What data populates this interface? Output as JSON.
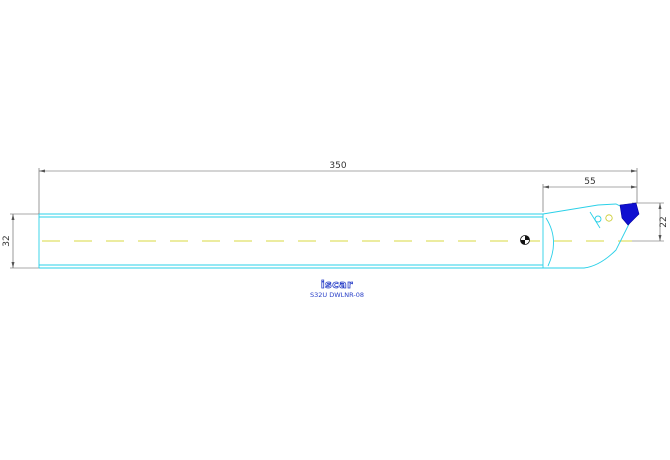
{
  "drawing": {
    "dimensions": {
      "overall_length": "350",
      "head_length": "55",
      "shank_height": "32",
      "head_offset": "22"
    },
    "logo_text": "iscar",
    "part_code": "S32U DWLNR-08",
    "colors": {
      "outline": "#2ad0e8",
      "centerline": "#d8d840",
      "insert": "#1010d0",
      "dimension": "#555555",
      "caption": "#2a40c8"
    }
  }
}
